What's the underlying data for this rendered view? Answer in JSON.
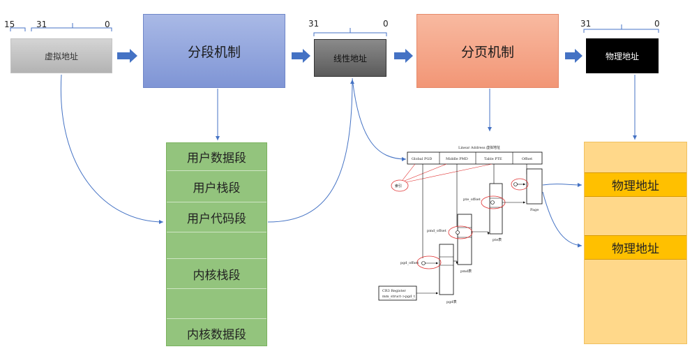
{
  "virtual": {
    "label": "虚拟地址",
    "bit_a": "15",
    "bit_b": "31",
    "bit_c": "0"
  },
  "segmentation": {
    "label": "分段机制"
  },
  "linear": {
    "label": "线性地址",
    "bit_hi": "31",
    "bit_lo": "0"
  },
  "paging": {
    "label": "分页机制"
  },
  "physical": {
    "label": "物理地址",
    "bit_hi": "31",
    "bit_lo": "0"
  },
  "segments": [
    "用户数据段",
    "用户栈段",
    "用户代码段",
    "",
    "内核栈段",
    "",
    "内核数据段"
  ],
  "physical_memory": {
    "entries": [
      "物理地址",
      "物理地址"
    ]
  },
  "page_walk": {
    "title": "Linear Address",
    "title_cn": "虚拟地址",
    "fields": [
      "Global PGD",
      "Middle PMD",
      "Table PTE",
      "Offset"
    ],
    "index_label": "索引",
    "offsets": [
      "pgd_offset",
      "pmd_offset",
      "pte_offset"
    ],
    "tables": [
      "pgd表",
      "pmd表",
      "pte表"
    ],
    "page_label": "Page",
    "cr3_line1": "CR3 Register",
    "cr3_line2": "mm_struct->pgd_t"
  },
  "colors": {
    "arrow": "#4472c4",
    "seg_green": "#93c47d",
    "phys_yellow": "#ffc000"
  }
}
